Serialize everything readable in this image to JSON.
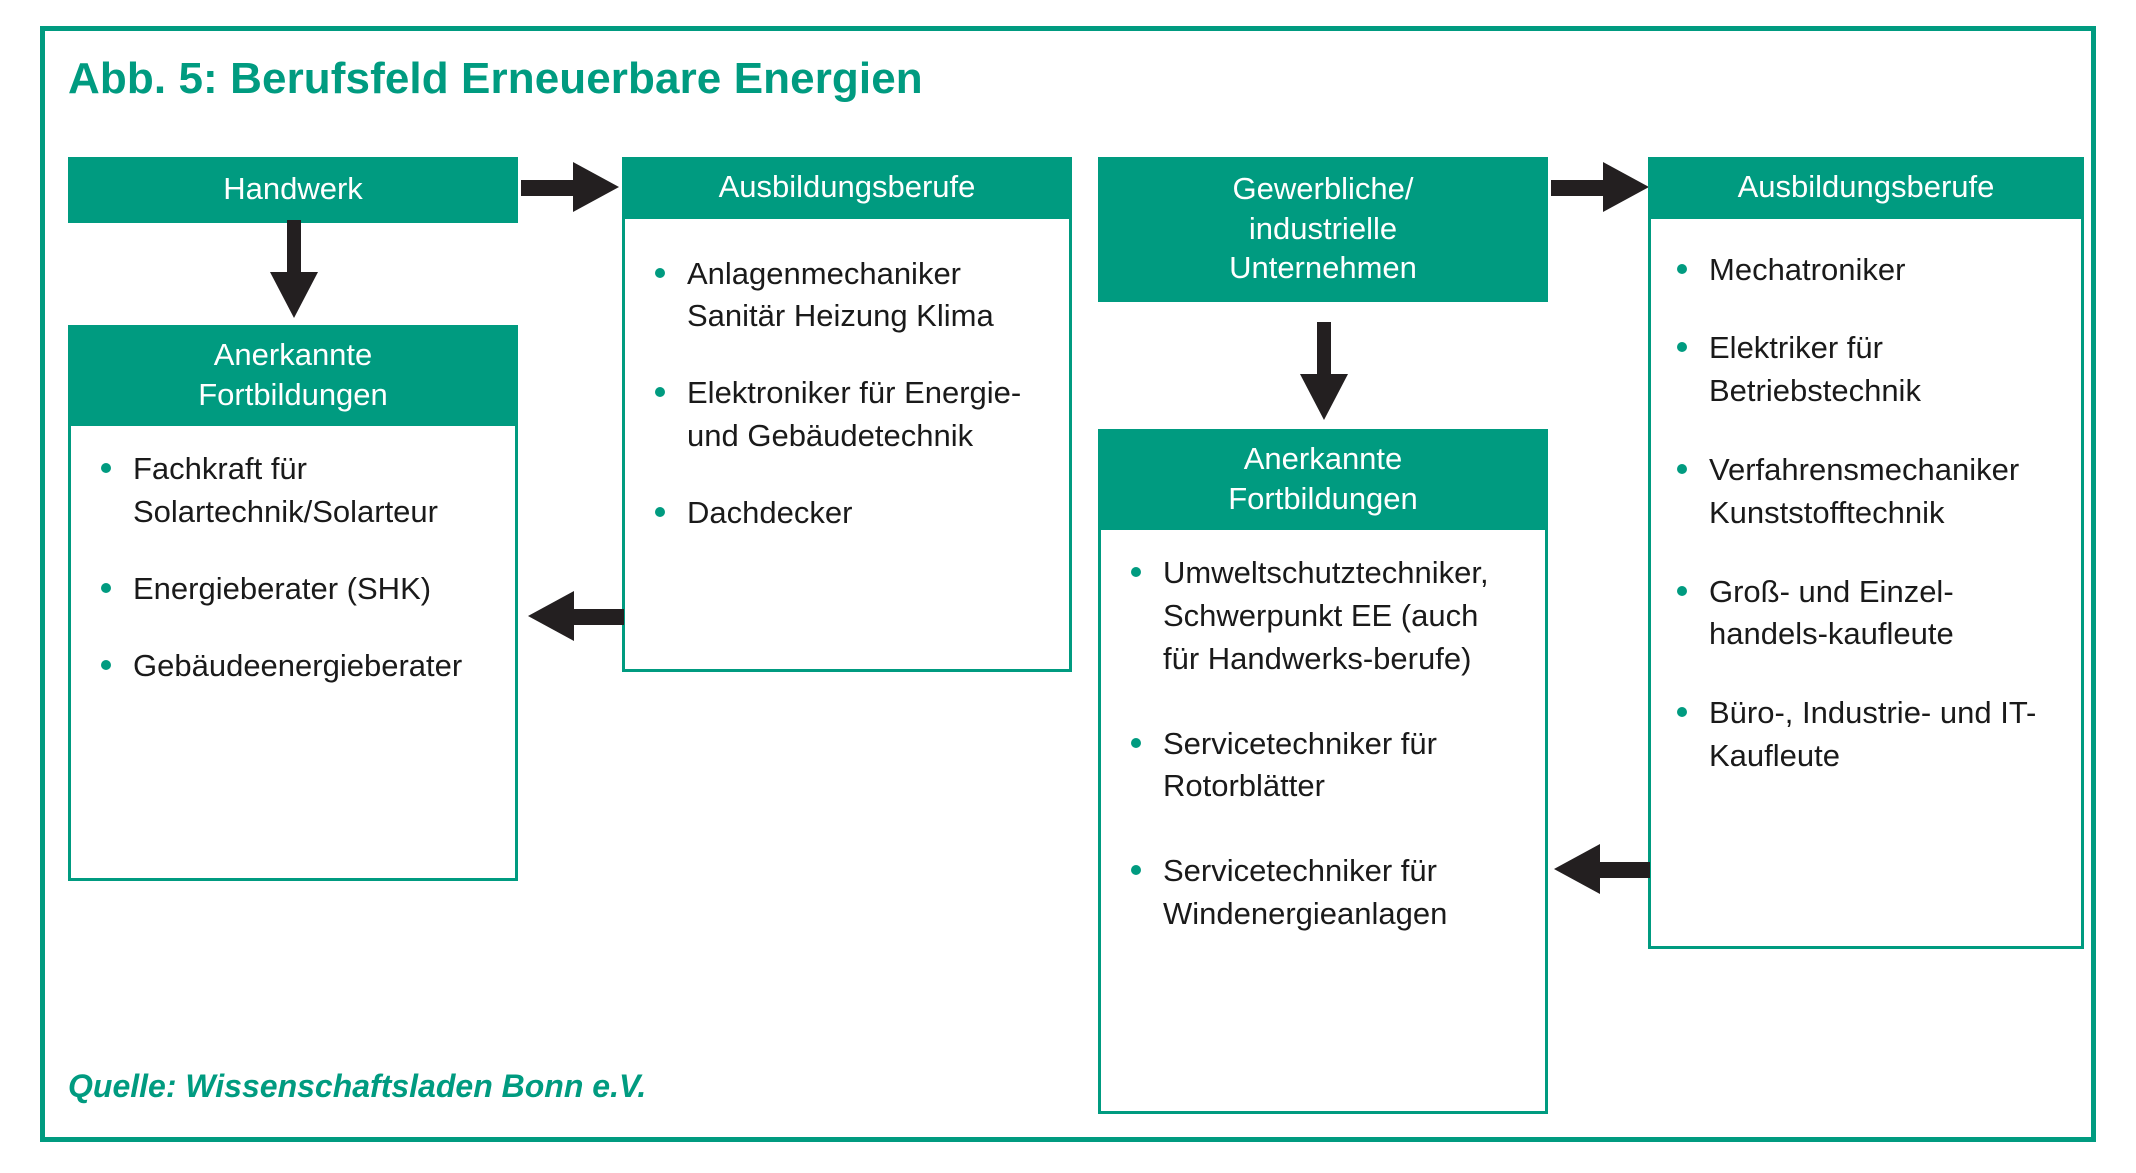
{
  "figure": {
    "title": "Abb. 5: Berufsfeld Erneuerbare Energien",
    "source": "Quelle: Wissenschaftsladen Bonn e.V.",
    "accent_color": "#009B80",
    "text_color": "#1a1a1a",
    "background_color": "#ffffff"
  },
  "nodes": {
    "handwerk": {
      "header": "Handwerk"
    },
    "handwerk_fortbildungen": {
      "header_line1": "Anerkannte",
      "header_line2": "Fortbildungen",
      "items": [
        "Fachkraft für Solartechnik/Solarteur",
        "Energieberater (SHK)",
        "Gebäudeenergieberater"
      ]
    },
    "handwerk_ausbildung": {
      "header": "Ausbildungsberufe",
      "items": [
        "Anlagenmechaniker Sanitär Heizung Klima",
        "Elektroniker für Energie- und Gebäudetechnik",
        "Dachdecker"
      ]
    },
    "unternehmen": {
      "header_line1": "Gewerbliche/",
      "header_line2": "industrielle",
      "header_line3": "Unternehmen"
    },
    "unternehmen_fortbildungen": {
      "header_line1": "Anerkannte",
      "header_line2": "Fortbildungen",
      "items": [
        "Umweltschutztechniker, Schwerpunkt EE (auch für Handwerks-berufe)",
        "Servicetechniker für Rotorblätter",
        "Servicetechniker für Windenergieanlagen"
      ]
    },
    "unternehmen_ausbildung": {
      "header": "Ausbildungsberufe",
      "items": [
        "Mechatroniker",
        "Elektriker für Betriebstechnik",
        "Verfahrensmechaniker Kunststofftechnik",
        "Groß- und Einzel-handels-kaufleute",
        "Büro-, Industrie- und IT-Kaufleute"
      ]
    }
  },
  "arrows": [
    {
      "name": "arrow-handwerk-to-ausbildung",
      "direction": "right"
    },
    {
      "name": "arrow-handwerk-to-fortbildungen",
      "direction": "down"
    },
    {
      "name": "arrow-ausbildung-to-fortbildungen",
      "direction": "left"
    },
    {
      "name": "arrow-unternehmen-to-ausbildung",
      "direction": "right"
    },
    {
      "name": "arrow-unternehmen-to-fortbildungen",
      "direction": "down"
    },
    {
      "name": "arrow-ausbildung-to-unternehmen-fortbildungen",
      "direction": "left"
    }
  ]
}
